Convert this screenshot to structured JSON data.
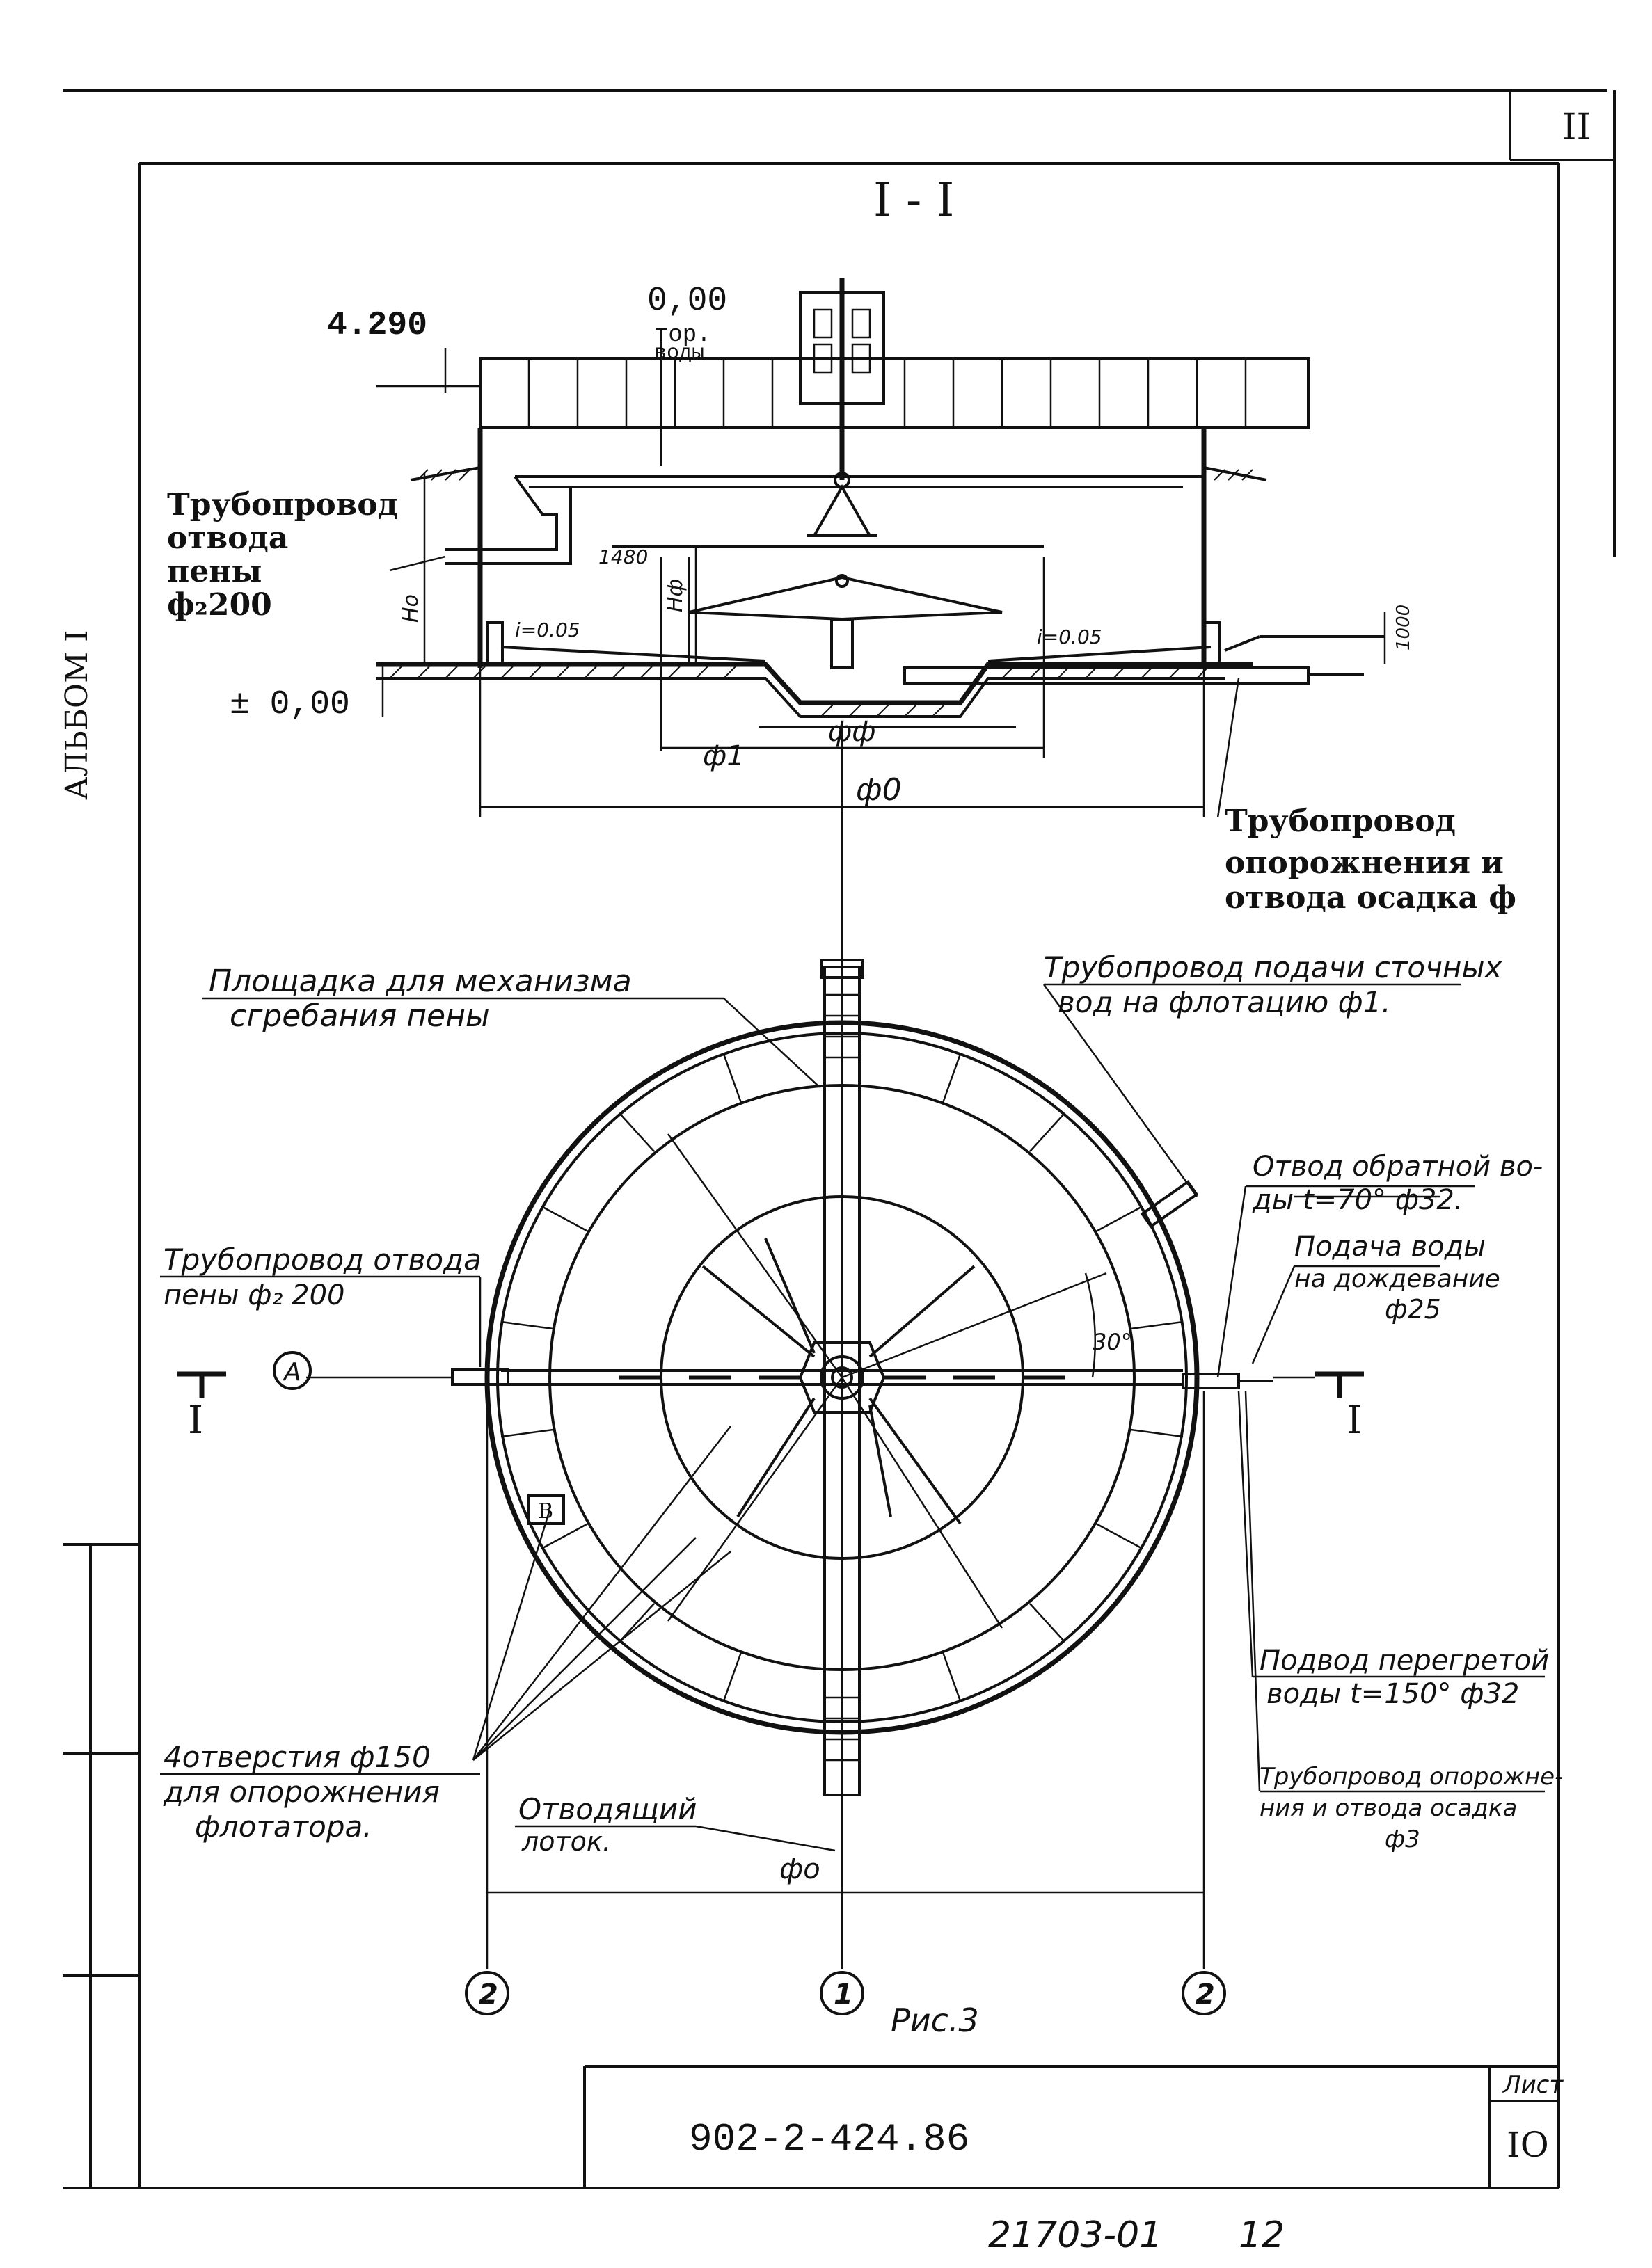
{
  "sheet": {
    "top_corner_number": "II",
    "album_label": "АЛЬБОМ I",
    "doc_code": "902-2-424.86",
    "sheet_label": "Лист",
    "sheet_number": "IO",
    "bottom_code": "21703-01",
    "bottom_page": "12",
    "figure_caption": "Рис.3"
  },
  "section": {
    "title": "I - I",
    "level_top": "4.290",
    "level_water": "0,00",
    "level_water_note_1": "тор.",
    "level_water_note_2": "воды",
    "level_zero": "± 0,00",
    "label_foam_pipe_1": "Трубопровод",
    "label_foam_pipe_2": "отвода",
    "label_foam_pipe_3": "пены",
    "label_foam_pipe_4": "ф₂200",
    "label_drain_pipe_1": "Трубопровод",
    "label_drain_pipe_2": "опорожнения и",
    "label_drain_pipe_3": "отвода осадка ф",
    "dim_h0": "Hо",
    "dim_hf": "Hф",
    "dim_1480": "1480",
    "dim_1000": "1000",
    "slope_left": "i=0.05",
    "slope_right": "i=0.05",
    "dim_d1": "ф1",
    "dim_df": "фф",
    "dim_d0": "ф0"
  },
  "plan": {
    "label_platform_1": "Площадка для механизма",
    "label_platform_2": "сгребания пены",
    "label_feed_1": "Трубопровод подачи сточных",
    "label_feed_2": "вод на флотацию ф1.",
    "label_return_1": "Отвод обратной во-",
    "label_return_2": "ды t=70° ф32.",
    "label_rain_1": "Подача воды",
    "label_rain_2": "на дождевание",
    "label_rain_3": "ф25",
    "label_foam_1": "Трубопровод отвода",
    "label_foam_2": "пены ф₂ 200",
    "label_hot_1": "Подвод перегретой",
    "label_hot_2": "воды t=150° ф32",
    "label_holes_1": "4отверстия ф150",
    "label_holes_2": "для опорожнения",
    "label_holes_3": "флотатора.",
    "label_outlet_1": "Отводящий",
    "label_outlet_2": "лоток.",
    "label_drain_1": "Трубопровод опорожне-",
    "label_drain_2": "ния и отвода осадка",
    "label_drain_3": "ф3",
    "angle": "30°",
    "section_mark_left": "I",
    "section_mark_right": "I",
    "marker_a": "A",
    "marker_b": "B",
    "dim_d0": "фо",
    "axis_left": "2",
    "axis_center": "1",
    "axis_right": "2"
  }
}
